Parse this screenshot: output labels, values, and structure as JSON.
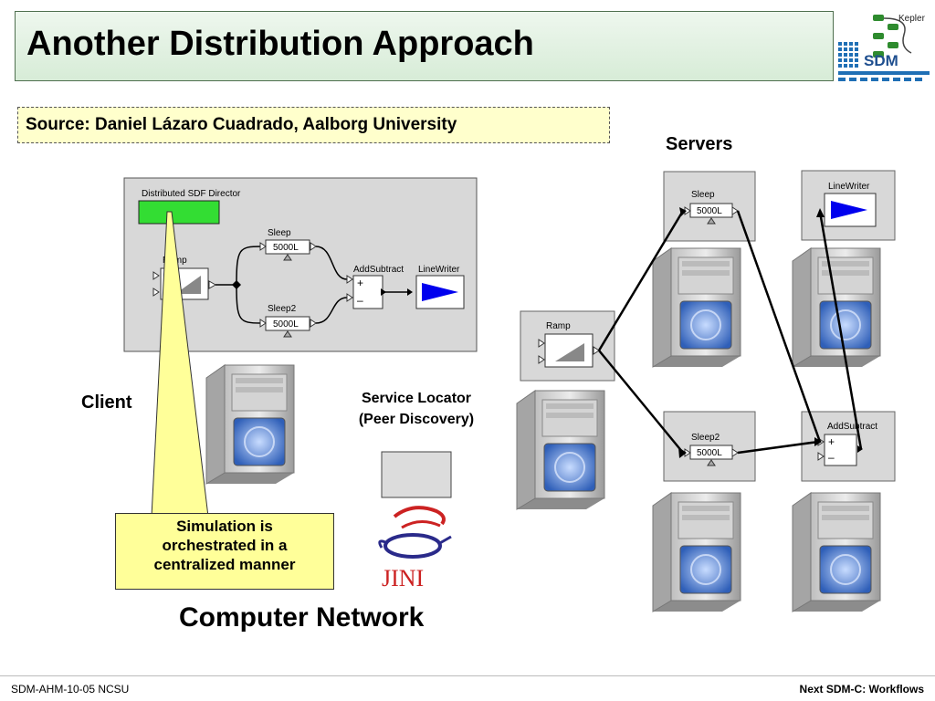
{
  "title": "Another Distribution Approach",
  "source": "Source: Daniel Lázaro Cuadrado, Aalborg University",
  "logo": {
    "kepler_text": "Kepler",
    "sdm_text": "SDM"
  },
  "servers_label": "Servers",
  "client_label": "Client",
  "service_locator": {
    "line1": "Service Locator",
    "line2": "(Peer Discovery)"
  },
  "jini_label": "JINI",
  "callout": {
    "line1": "Simulation is",
    "line2": "orchestrated in a",
    "line3": "centralized manner"
  },
  "network_label": "Computer Network",
  "workflow": {
    "director": "Distributed SDF Director",
    "ramp": "Ramp",
    "sleep": "Sleep",
    "sleep2": "Sleep2",
    "add_subtract": "AddSubtract",
    "line_writer": "LineWriter",
    "sleep_value": "5000L",
    "sleep2_value": "5000L",
    "plus": "+",
    "minus": "–"
  },
  "remote": {
    "sleep": "Sleep",
    "sleep_value": "5000L",
    "line_writer": "LineWriter",
    "ramp": "Ramp",
    "sleep2": "Sleep2",
    "sleep2_value": "5000L",
    "add_subtract": "AddSubtract",
    "plus": "+",
    "minus": "–"
  },
  "footer": {
    "left": "SDM-AHM-10-05 NCSU",
    "right": "Next SDM-C: Workflows"
  },
  "colors": {
    "title_bg": "#d7ecd7",
    "source_bg": "#ffffcc",
    "callout_bg": "#ffff99",
    "director": "#33dd33",
    "actor_triangle": "#0000ee",
    "jini_red": "#cc2222",
    "jini_blue": "#2a2a8a"
  }
}
